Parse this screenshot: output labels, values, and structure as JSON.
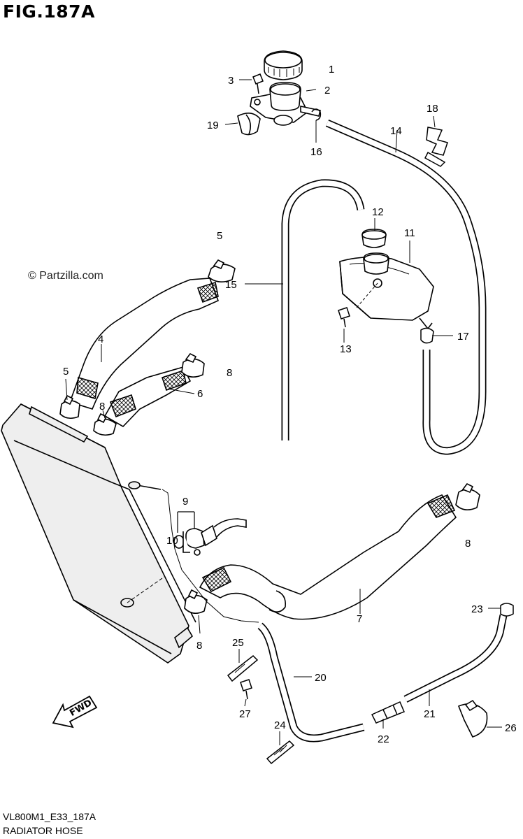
{
  "header": {
    "figure_title": "FIG.187A"
  },
  "watermark": "© Partzilla.com",
  "footer": {
    "drawing_code": "VL800M1_E33_187A",
    "drawing_name": "RADIATOR HOSE"
  },
  "fwd_arrow": {
    "label": "FWD"
  },
  "callouts": [
    "1",
    "2",
    "3",
    "4",
    "5",
    "5",
    "6",
    "7",
    "8",
    "8",
    "8",
    "8",
    "9",
    "10",
    "11",
    "12",
    "13",
    "14",
    "15",
    "16",
    "17",
    "18",
    "19",
    "20",
    "21",
    "22",
    "23",
    "24",
    "25",
    "26",
    "27"
  ],
  "colors": {
    "line": "#000000",
    "background": "#ffffff",
    "part_fill": "#eeeeee"
  }
}
